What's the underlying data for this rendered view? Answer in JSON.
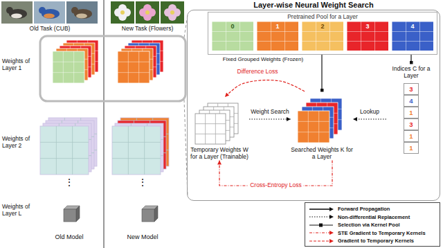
{
  "diagram": {
    "nodes": [
      {
        "text": [
          "Layer-wise Neural Weight Search"
        ]
      },
      {
        "text": [
          "Pretrained Pool for a Layer"
        ],
        "in": 0
      },
      {
        "text": [
          "0"
        ],
        "in": 1
      },
      {
        "text": [
          "1"
        ],
        "in": 1
      },
      {
        "text": [
          "2"
        ],
        "in": 1
      },
      {
        "text": [
          "3"
        ],
        "in": 1
      },
      {
        "text": [
          "4"
        ],
        "in": 1
      },
      {
        "text": [
          "Temporary Weights W for a Layer (Trainable)"
        ],
        "in": 0
      },
      {
        "text": [
          "Searched Weights K for a Layer"
        ],
        "in": 0
      },
      {
        "text": [
          "Indices C for a Layer"
        ],
        "in": 0
      },
      {
        "text": [
          "3"
        ],
        "in": 9
      },
      {
        "text": [
          "4"
        ],
        "in": 9
      },
      {
        "text": [
          "1"
        ],
        "in": 9
      },
      {
        "text": [
          "3"
        ],
        "in": 9
      },
      {
        "text": [
          "1"
        ],
        "in": 9
      },
      {
        "text": [
          "1"
        ],
        "in": 9
      }
    ],
    "edges": [
      {
        "from": 7,
        "to": 8,
        "label": "Weight Search",
        "arrow": "to"
      },
      {
        "from": 9,
        "to": 8,
        "label": "Lookup",
        "arrow": "to"
      },
      {
        "from": 8,
        "to": 7,
        "label": "Difference Loss",
        "arrow": "to"
      },
      {
        "from": 8,
        "to": 7,
        "label": "Cross-Entropy Loss",
        "arrow": "to"
      },
      {
        "from": 1,
        "to": 8,
        "arrow": "to"
      },
      {
        "from": 1,
        "to": 9,
        "arrow": "to"
      }
    ],
    "labels": [
      "Old Task (CUB)",
      "New Task (Flowers)",
      "Weights of Layer 1",
      "Weights of Layer 2",
      "⋮",
      "⋮",
      "Weights of Layer L",
      "Old Model",
      "New Model",
      "Fixed Grouped Weights (Frozen)"
    ],
    "legend": [
      {
        "text": "Forward Propagation"
      },
      {
        "text": "Non-differential Replacement"
      },
      {
        "text": "Selection via Kernel Pool"
      },
      {
        "text": "STE Gradient to Temporary Kernels"
      },
      {
        "text": "Gradient to Temporary Kernels"
      }
    ]
  }
}
